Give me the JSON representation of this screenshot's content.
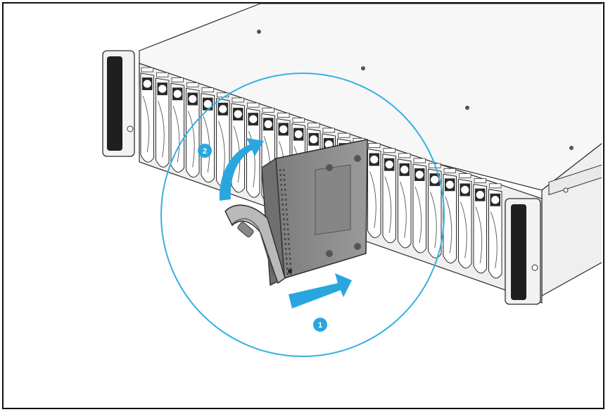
{
  "figure": {
    "steps": [
      {
        "number": "1",
        "action": "push-tray-in"
      },
      {
        "number": "2",
        "action": "close-handle"
      }
    ],
    "colors": {
      "accent": "#2aa6df",
      "circle": "#38b0e3",
      "outline": "#2b2b2b",
      "chassis_top": "#f6f6f6",
      "chassis_front": "#efefef",
      "tray_body": "#8f8f8f"
    },
    "icons": [
      "arrow-right-icon",
      "curved-arrow-icon"
    ]
  }
}
